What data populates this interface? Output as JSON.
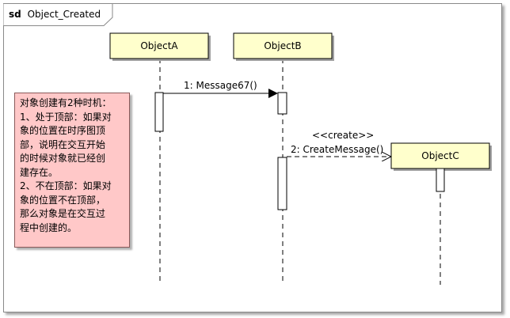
{
  "frame": {
    "keyword": "sd",
    "name": "Object_Created"
  },
  "objects": [
    {
      "id": "a",
      "label": "ObjectA"
    },
    {
      "id": "b",
      "label": "ObjectB"
    },
    {
      "id": "c",
      "label": "ObjectC"
    }
  ],
  "messages": [
    {
      "from": "a",
      "to": "b",
      "label": "1: Message67()",
      "kind": "synchronous"
    },
    {
      "from": "b",
      "to": "c",
      "label": "2: CreateMessage()",
      "stereotype": "<<create>>",
      "kind": "create"
    }
  ],
  "note": {
    "text": "对象创建有2种时机：\n1、处于顶部：如果对\n象的位置在时序图顶\n部，说明在交互开始\n的时候对象就已经创\n建存在。\n2、不在顶部：如果对\n象的位置不在顶部，\n那么对象是在交互过\n程中创建的。",
    "fill": "#ffc8c8"
  },
  "colors": {
    "object_fill": "#ffffcc",
    "frame_border": "#8a8a8a"
  }
}
